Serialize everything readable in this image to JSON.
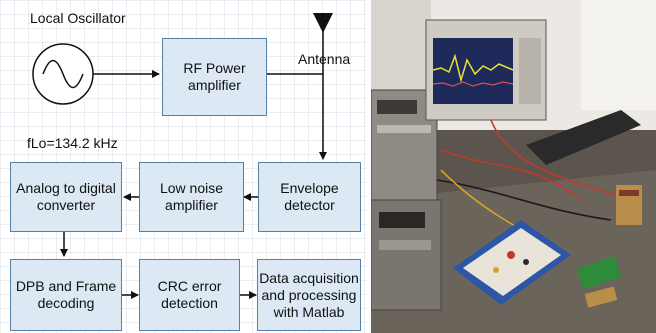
{
  "diagram": {
    "oscillator_label": "Local Oscillator",
    "frequency_label": "fLo=134.2 kHz",
    "antenna_label": "Antenna",
    "blocks": {
      "rf_power_amplifier": "RF Power amplifier",
      "envelope_detector": "Envelope detector",
      "low_noise_amplifier": "Low noise amplifier",
      "adc": "Analog to digital converter",
      "dpb_frame_decoding": "DPB and Frame decoding",
      "crc_error_detection": "CRC error detection",
      "data_acquisition": "Data acquisition and processing with Matlab"
    }
  },
  "photo": {
    "description_icon": "lab-bench-photo-icon",
    "colors": {
      "wall": "#ece9e4",
      "bench": "#5c554d",
      "scope_screen": "#1e2a5a",
      "board": "#2e56a6"
    }
  }
}
